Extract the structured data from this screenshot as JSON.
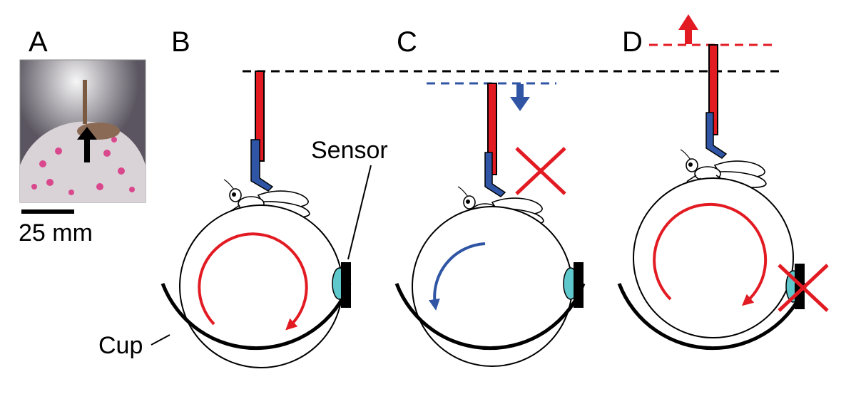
{
  "panels": {
    "a": "A",
    "b": "B",
    "c": "C",
    "d": "D"
  },
  "labels": {
    "sensor": "Sensor",
    "cup": "Cup",
    "scale_bar": "25 mm"
  },
  "colors": {
    "tether": "#e21b23",
    "holder": "#2f55a4",
    "decrease": "#2f55a4",
    "increase": "#e21b23",
    "sensor_lens": "#5ec8cc",
    "line": "#000000"
  },
  "icons": {
    "arrow_up": "arrow-up-icon",
    "arrow_down": "arrow-down-icon",
    "cross": "cross-icon"
  }
}
